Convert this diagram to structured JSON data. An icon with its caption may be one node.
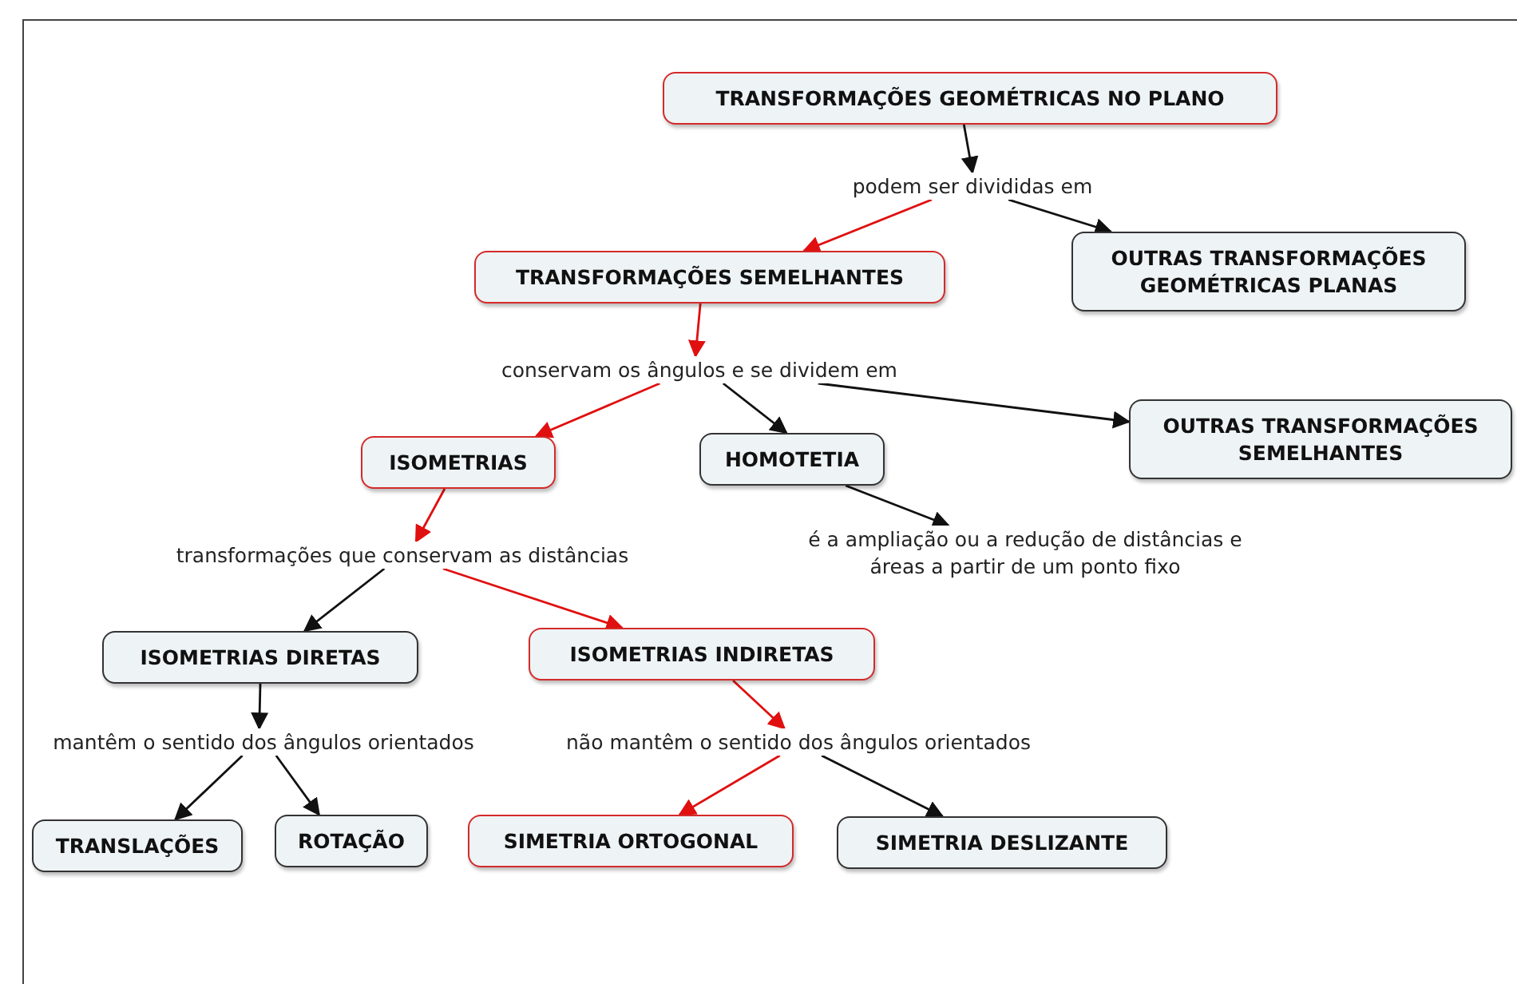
{
  "diagram": {
    "nodes": [
      {
        "text": [
          "TRANSFORMAÇÕES GEOMÉTRICAS NO PLANO"
        ]
      },
      {
        "text": [
          "podem ser divididas em"
        ]
      },
      {
        "text": [
          "TRANSFORMAÇÕES SEMELHANTES"
        ]
      },
      {
        "text": [
          "OUTRAS TRANSFORMAÇÕES GEOMÉTRICAS PLANAS"
        ]
      },
      {
        "text": [
          "conservam os ângulos e se dividem em"
        ]
      },
      {
        "text": [
          "ISOMETRIAS"
        ]
      },
      {
        "text": [
          "HOMOTETIA"
        ]
      },
      {
        "text": [
          "OUTRAS TRANSFORMAÇÕES SEMELHANTES"
        ]
      },
      {
        "text": [
          "transformações que conservam as distâncias"
        ]
      },
      {
        "text": [
          "é a ampliação ou a redução de distâncias e áreas a partir de um ponto fixo"
        ]
      },
      {
        "text": [
          "ISOMETRIAS DIRETAS"
        ]
      },
      {
        "text": [
          "ISOMETRIAS INDIRETAS"
        ]
      },
      {
        "text": [
          "mantêm o sentido dos ângulos orientados"
        ]
      },
      {
        "text": [
          "não mantêm o sentido dos ângulos orientados"
        ]
      },
      {
        "text": [
          "TRANSLAÇÕES"
        ]
      },
      {
        "text": [
          "ROTAÇÃO"
        ]
      },
      {
        "text": [
          "SIMETRIA ORTOGONAL"
        ]
      },
      {
        "text": [
          "SIMETRIA DESLIZANTE"
        ]
      }
    ],
    "edges": [
      {
        "from": 0,
        "to": 1,
        "arrow": "to"
      },
      {
        "from": 1,
        "to": 2,
        "arrow": "to",
        "color": "#e01010"
      },
      {
        "from": 1,
        "to": 3,
        "arrow": "to"
      },
      {
        "from": 2,
        "to": 4,
        "arrow": "to",
        "color": "#e01010"
      },
      {
        "from": 4,
        "to": 5,
        "arrow": "to",
        "color": "#e01010"
      },
      {
        "from": 4,
        "to": 6,
        "arrow": "to"
      },
      {
        "from": 4,
        "to": 7,
        "arrow": "to"
      },
      {
        "from": 5,
        "to": 8,
        "arrow": "to",
        "color": "#e01010"
      },
      {
        "from": 6,
        "to": 9,
        "arrow": "to"
      },
      {
        "from": 8,
        "to": 10,
        "arrow": "to"
      },
      {
        "from": 8,
        "to": 11,
        "arrow": "to",
        "color": "#e01010"
      },
      {
        "from": 11,
        "to": 13,
        "arrow": "to",
        "color": "#e01010"
      },
      {
        "from": 10,
        "to": 12,
        "arrow": "to"
      },
      {
        "from": 12,
        "to": 14,
        "arrow": "to"
      },
      {
        "from": 12,
        "to": 15,
        "arrow": "to"
      },
      {
        "from": 13,
        "to": 16,
        "arrow": "to",
        "color": "#e01010"
      },
      {
        "from": 13,
        "to": 17,
        "arrow": "to"
      }
    ]
  }
}
